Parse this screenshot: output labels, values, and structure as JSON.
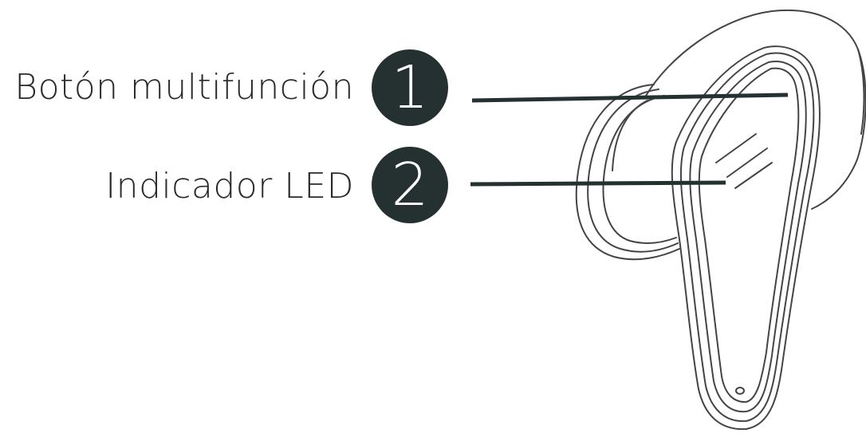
{
  "callouts": [
    {
      "number": "1",
      "label": "Botón multifunción"
    },
    {
      "number": "2",
      "label": "Indicador LED"
    }
  ],
  "colors": {
    "badge": "#253131",
    "leader_line": "#253131",
    "outline": "#444444",
    "text": "#2a2a2a"
  },
  "illustration": {
    "subject": "earbud",
    "icon": "earbud-outline-drawing"
  }
}
